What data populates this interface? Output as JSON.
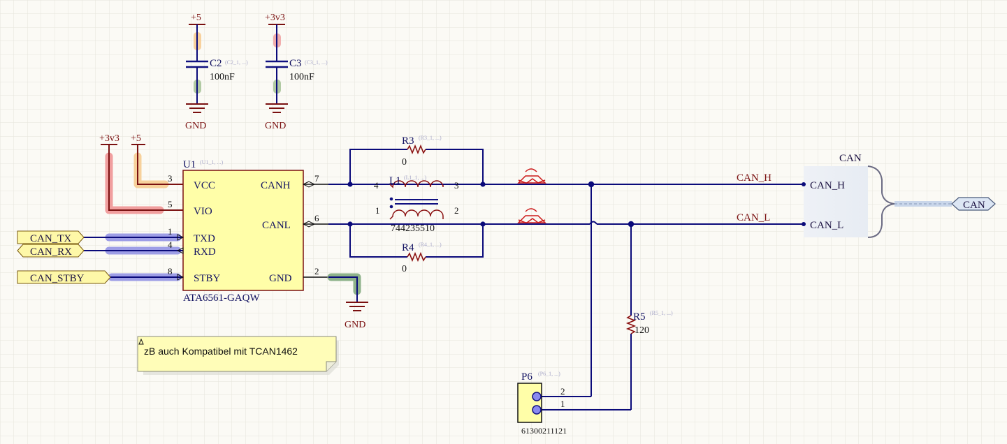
{
  "power": {
    "c2_top": "+5",
    "c3_top": "+3v3",
    "u1_left": "+3v3",
    "u1_right": "+5",
    "gnd": "GND"
  },
  "components": {
    "c2": {
      "designator": "C2",
      "uid": "(C2_1, ...)",
      "value": "100nF"
    },
    "c3": {
      "designator": "C3",
      "uid": "(C3_1, ...)",
      "value": "100nF"
    },
    "u1": {
      "designator": "U1",
      "uid": "(U1_1, ...)",
      "value": "ATA6561-GAQW",
      "pins": {
        "vcc": {
          "num": "3",
          "name": "VCC"
        },
        "vio": {
          "num": "5",
          "name": "VIO"
        },
        "txd": {
          "num": "1",
          "name": "TXD"
        },
        "rxd": {
          "num": "4",
          "name": "RXD"
        },
        "stby": {
          "num": "8",
          "name": "STBY"
        },
        "canh": {
          "num": "7",
          "name": "CANH"
        },
        "canl": {
          "num": "6",
          "name": "CANL"
        },
        "gnd": {
          "num": "2",
          "name": "GND"
        }
      }
    },
    "r3": {
      "designator": "R3",
      "uid": "(R3_1, ...)",
      "value": "0"
    },
    "r4": {
      "designator": "R4",
      "uid": "(R4_1, ...)",
      "value": "0"
    },
    "r5": {
      "designator": "R5",
      "uid": "(R5_1, ...)",
      "value": "120"
    },
    "l1": {
      "designator": "L1",
      "uid": "(L1_1, ...)",
      "value": "744235510",
      "pin4": "4",
      "pin3": "3",
      "pin1": "1",
      "pin2": "2"
    },
    "p6": {
      "designator": "P6",
      "uid": "(P6_1, ...)",
      "value": "61300211121",
      "pin2": "2",
      "pin1": "1"
    }
  },
  "ports": {
    "can_tx": "CAN_TX",
    "can_rx": "CAN_RX",
    "can_stby": "CAN_STBY",
    "can": "CAN"
  },
  "nets": {
    "can_h": "CAN_H",
    "can_l": "CAN_L"
  },
  "harness": {
    "title": "CAN",
    "entry_h": "CAN_H",
    "entry_l": "CAN_L"
  },
  "note": {
    "text": "zB auch Kompatibel mit TCAN1462"
  },
  "colors": {
    "background": "#fbfaf5",
    "wire": "#0a0a7a",
    "power": "#7a1010",
    "port_fill": "#fef8a8",
    "component_fill": "#fffea8"
  }
}
